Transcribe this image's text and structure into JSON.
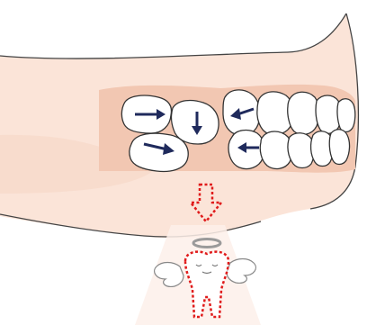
{
  "illustration": {
    "subject": "jaw-with-missing-tooth",
    "arrows": [
      {
        "tooth": "upper-molar-1",
        "direction": "right",
        "icon": "arrow-right-icon"
      },
      {
        "tooth": "upper-molar-2",
        "direction": "down",
        "icon": "arrow-down-icon"
      },
      {
        "tooth": "upper-premolar",
        "direction": "left",
        "icon": "arrow-left-icon"
      },
      {
        "tooth": "lower-molar",
        "direction": "right",
        "icon": "arrow-right-icon"
      },
      {
        "tooth": "lower-premolar",
        "direction": "left",
        "icon": "arrow-left-icon"
      }
    ],
    "colors": {
      "skin": "#fbe4d8",
      "skin_shadow": "#f3cfbd",
      "gum": "#f2c7b2",
      "tooth_fill": "#ffffff",
      "outline": "#333333",
      "arrow_blue": "#1f2a5c",
      "dotted_red": "#e01b1b",
      "halo": "#9a9a9a"
    },
    "icons": [
      "down-arrow-dotted-icon",
      "halo-icon",
      "angel-tooth-icon",
      "wing-icon"
    ]
  }
}
